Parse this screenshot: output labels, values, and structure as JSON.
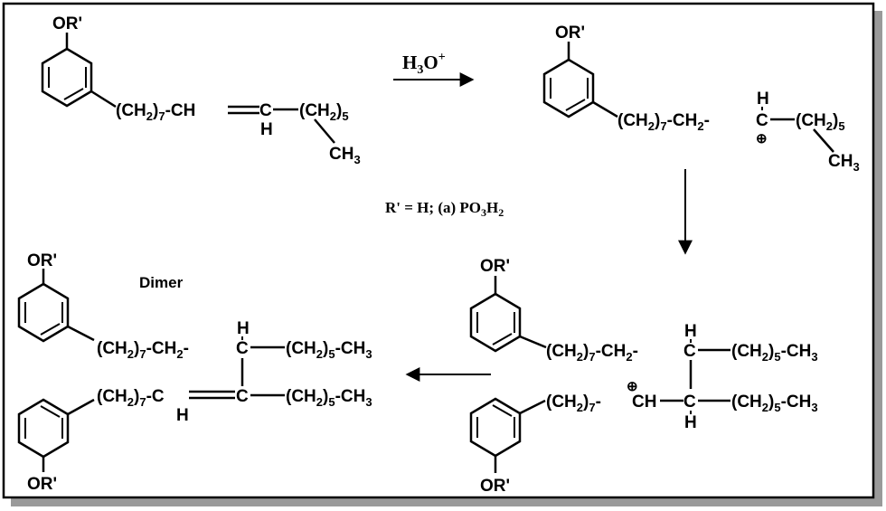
{
  "reaction": {
    "reagent": {
      "main": "H",
      "sub": "3",
      "main2": "O",
      "sup": "+"
    },
    "substituent_note": {
      "prefix": "R' =  H; (a) PO",
      "sub1": "3",
      "mid": "H",
      "sub2": "2"
    },
    "dimer_label": "Dimer"
  },
  "substituent": "OR'",
  "groups": {
    "ch2": "(CH",
    "ch2_close": ")",
    "two": "2",
    "seven": "7",
    "five": "5",
    "ch": "CH",
    "ch2_group": "CH",
    "h": "H",
    "c": "C",
    "ch3": "CH",
    "three": "3",
    "plus": "⊕",
    "dash": "-",
    "eq": "="
  }
}
